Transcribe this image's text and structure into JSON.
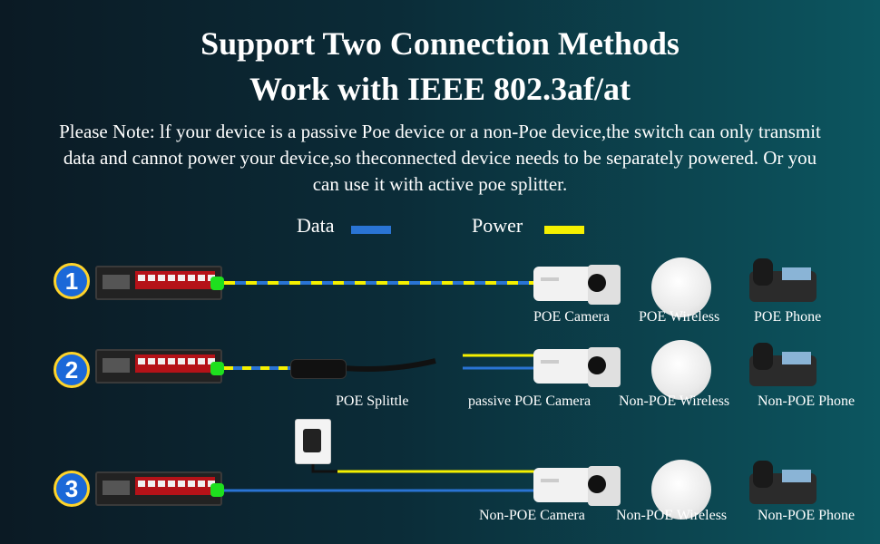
{
  "header": {
    "title_line1": "Support Two Connection Methods",
    "title_line2": "Work with IEEE 802.3af/at"
  },
  "note": {
    "line1": "Please Note: lf your device is a passive Poe device or a non-Poe device,the switch can only transmit",
    "line2": "data and cannot power your device,so theconnected device needs to be separately powered. Or you",
    "line3": "can use it with active poe splitter."
  },
  "legend": {
    "data_label": "Data",
    "power_label": "Power",
    "data_color": "#2a74d4",
    "power_color": "#f5f000"
  },
  "rows": [
    {
      "number": "1",
      "camera_label": "POE  Camera",
      "wireless_label": "POE  Wireless",
      "phone_label": "POE  Phone"
    },
    {
      "number": "2",
      "splitter_label": "POE Splittle",
      "camera_label": "passive POE Camera",
      "wireless_label": "Non-POE  Wireless",
      "phone_label": "Non-POE  Phone"
    },
    {
      "number": "3",
      "camera_label": "Non-POE  Camera",
      "wireless_label": "Non-POE  Wireless",
      "phone_label": "Non-POE  Phone"
    }
  ]
}
